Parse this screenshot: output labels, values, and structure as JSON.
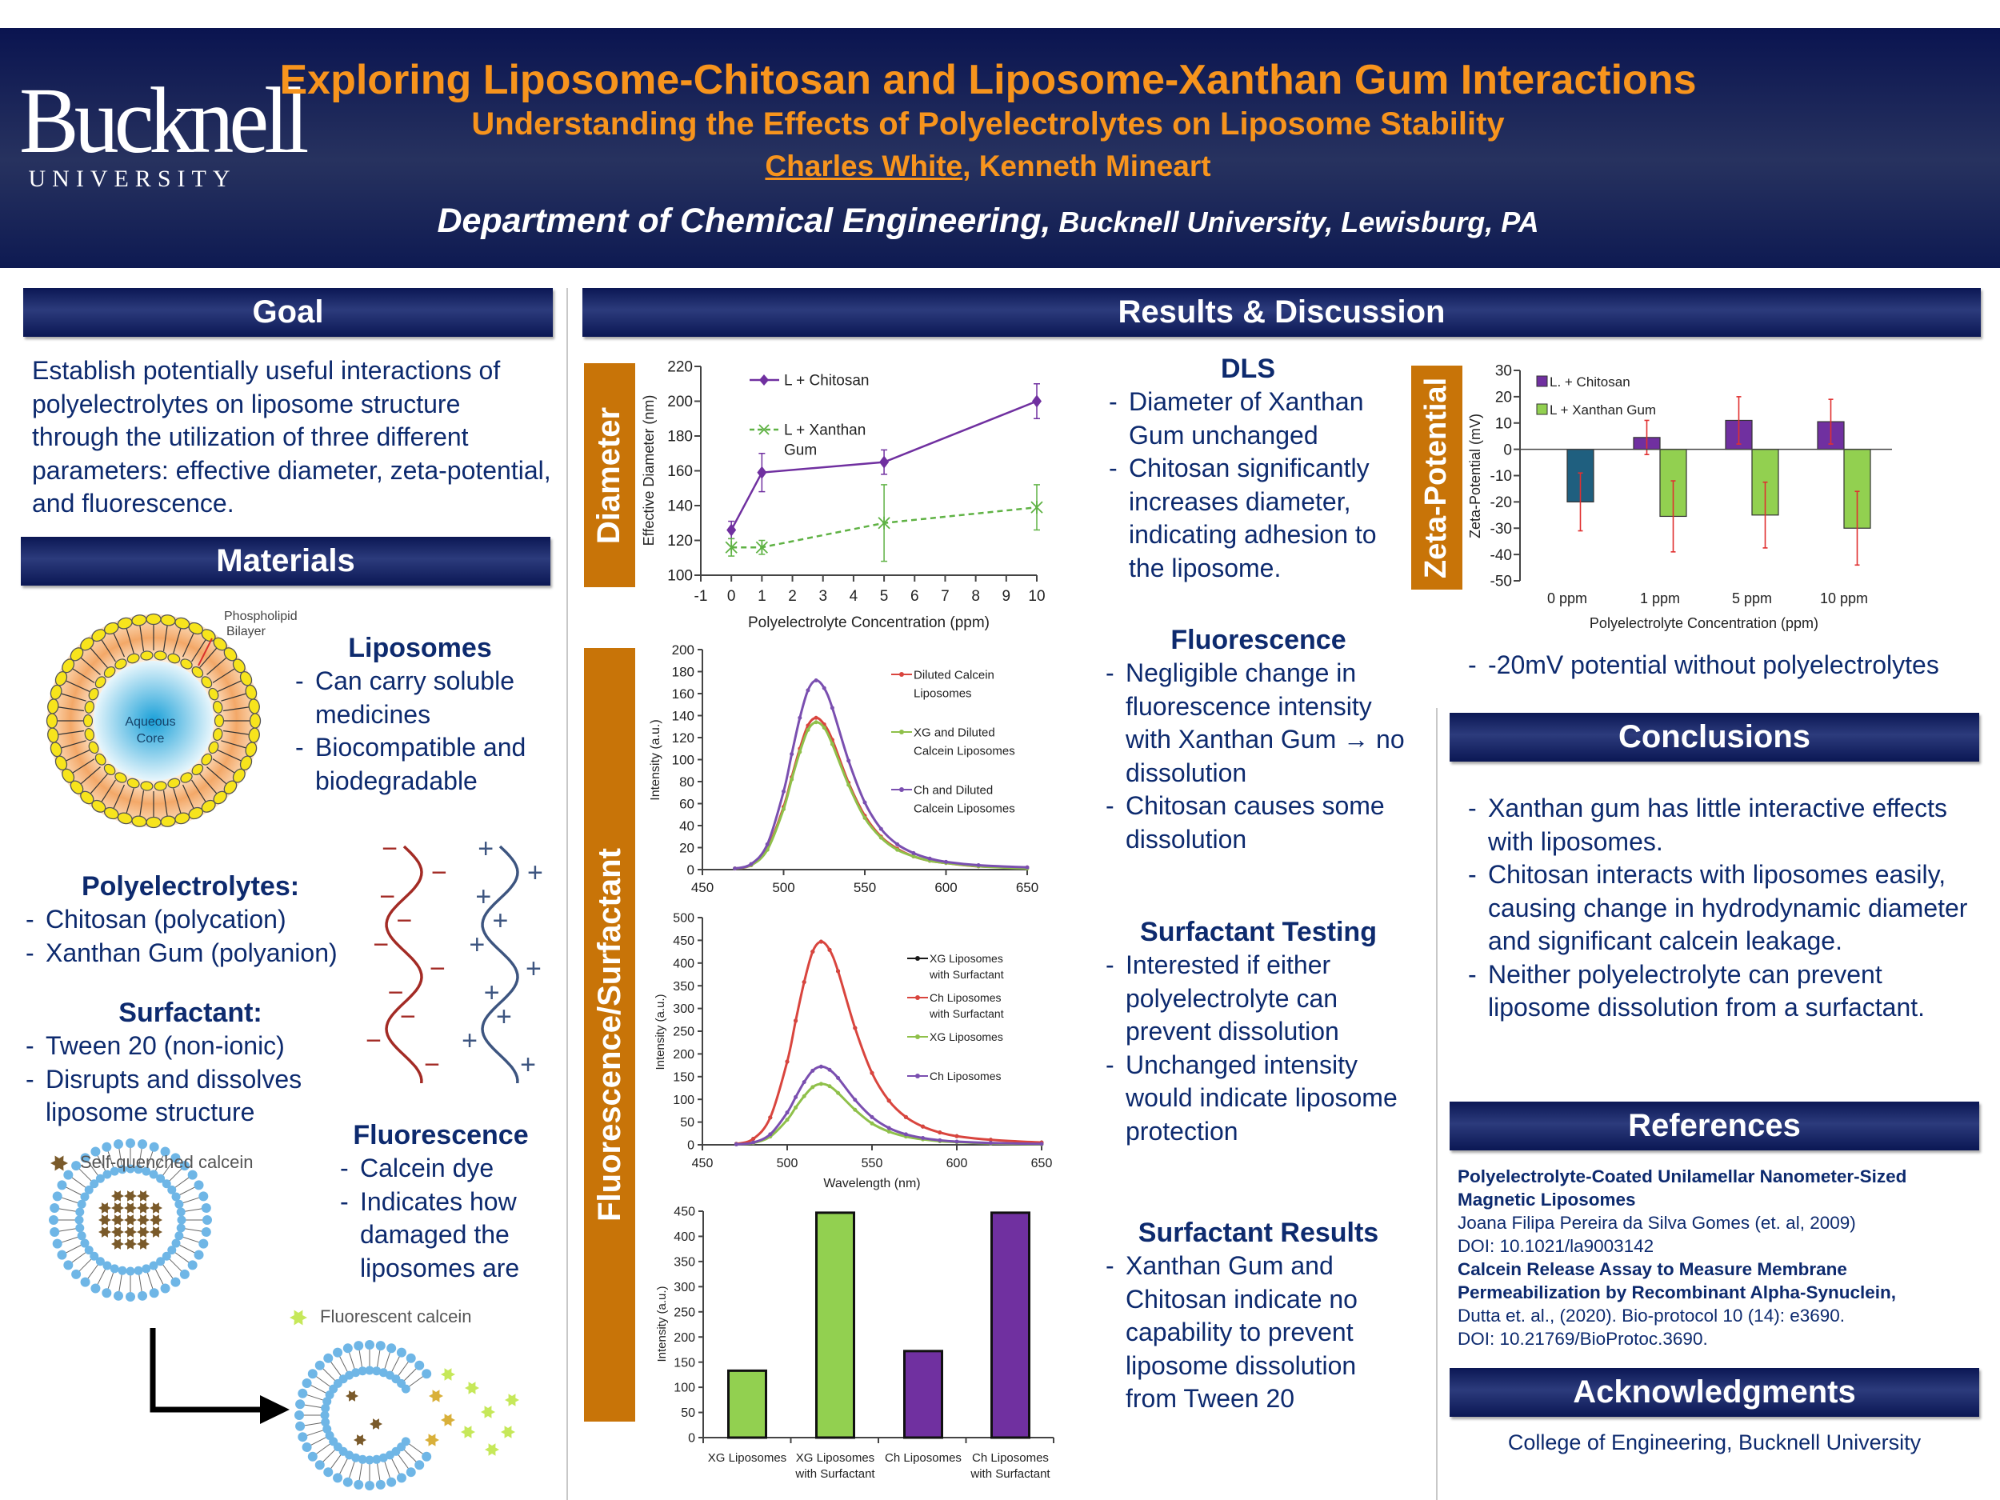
{
  "header": {
    "logo_name": "Bucknell",
    "logo_sub": "UNIVERSITY",
    "title": "Exploring Liposome-Chitosan and Liposome-Xanthan Gum Interactions",
    "subtitle": "Understanding the Effects of Polyelectrolytes on Liposome Stability",
    "author_primary": "Charles White",
    "author_rest": ", Kenneth Mineart",
    "department": "Department of Chemical Engineering,",
    "affiliation": " Bucknell University, Lewisburg, PA"
  },
  "goal": {
    "heading": "Goal",
    "text": "Establish potentially useful interactions of polyelectrolytes on liposome structure through the utilization of three different parameters: effective diameter, zeta-potential, and fluorescence."
  },
  "materials": {
    "heading": "Materials",
    "diagram_labels": {
      "bilayer_1": "Phospholipid",
      "bilayer_2": "Bilayer",
      "core_1": "Aqueous",
      "core_2": "Core"
    },
    "liposomes": {
      "heading": "Liposomes",
      "bullets": [
        "Can carry soluble medicines",
        "Biocompatible and biodegradable"
      ]
    },
    "polyelectrolytes": {
      "heading": "Polyelectrolytes:",
      "bullets": [
        "Chitosan (polycation)",
        "Xanthan Gum (polyanion)"
      ]
    },
    "surfactant": {
      "heading": "Surfactant:",
      "bullets": [
        "Tween 20 (non-ionic)",
        "Disrupts and dissolves liposome structure"
      ]
    },
    "fluorescence": {
      "heading": "Fluorescence",
      "bullets": [
        "Calcein dye",
        "Indicates how damaged the liposomes are"
      ]
    },
    "calcein_self_quenched": "Self-quenched calcein",
    "calcein_fluorescent": "Fluorescent calcein",
    "colors": {
      "quenched": "#7a5a2a",
      "fluorescent": "#c6e85a"
    }
  },
  "results": {
    "heading": "Results & Discussion",
    "label_diameter": "Diameter",
    "label_zeta": "Zeta-Potential",
    "label_fluor": "Fluorescence/Surfactant",
    "dls": {
      "heading": "DLS",
      "bullets": [
        "Diameter of Xanthan Gum unchanged",
        "Chitosan significantly increases diameter, indicating adhesion to the liposome."
      ]
    },
    "zeta_note": "-20mV potential without polyelectrolytes",
    "fluorescence": {
      "heading": "Fluorescence",
      "bullets": [
        "Negligible change in fluorescence intensity with Xanthan Gum → no dissolution",
        "Chitosan causes some dissolution"
      ]
    },
    "surfactant_testing": {
      "heading": "Surfactant Testing",
      "bullets": [
        "Interested if either polyelectrolyte can prevent dissolution",
        "Unchanged intensity would indicate liposome protection"
      ]
    },
    "surfactant_results": {
      "heading": "Surfactant Results",
      "bullets": [
        "Xanthan Gum and Chitosan indicate no capability to prevent liposome dissolution from Tween 20"
      ]
    }
  },
  "conclusions": {
    "heading": "Conclusions",
    "bullets": [
      "Xanthan gum has little interactive effects with liposomes.",
      "Chitosan interacts with liposomes easily, causing change in hydrodynamic diameter and significant calcein leakage.",
      "Neither polyelectrolyte can prevent liposome dissolution from a surfactant."
    ]
  },
  "references": {
    "heading": "References",
    "items": [
      {
        "title": "Polyelectrolyte-Coated Unilamellar Nanometer-Sized Magnetic Liposomes",
        "line1": "Joana Filipa Pereira da Silva Gomes (et. al, 2009)",
        "line2": "DOI: 10.1021/la9003142"
      },
      {
        "title": "Calcein Release Assay to Measure Membrane Permeabilization by Recombinant Alpha-Synuclein,",
        "line1": "Dutta et. al., (2020). Bio-protocol 10 (14): e3690.",
        "line2": "DOI: 10.21769/BioProtoc.3690."
      }
    ]
  },
  "acknowledgments": {
    "heading": "Acknowledgments",
    "text": "College of Engineering, Bucknell University"
  },
  "chart_data": [
    {
      "id": "diameter",
      "type": "line",
      "xlabel": "Polyelectrolyte Concentration (ppm)",
      "ylabel": "Effective Diameter (nm)",
      "xlim": [
        -1,
        10
      ],
      "ylim": [
        100,
        220
      ],
      "xticks": [
        -1,
        0,
        1,
        2,
        3,
        4,
        5,
        6,
        7,
        8,
        9,
        10
      ],
      "yticks": [
        100,
        120,
        140,
        160,
        180,
        200,
        220
      ],
      "series": [
        {
          "name": "L + Chitosan",
          "label_lines": [
            "L + Chitosan"
          ],
          "x": [
            0,
            1,
            5,
            10
          ],
          "y": [
            126,
            159,
            165,
            200
          ],
          "error": [
            5,
            11,
            7,
            10
          ],
          "color": "#7030a0"
        },
        {
          "name": "L + Xanthan Gum",
          "label_lines": [
            "L + Xanthan",
            "Gum"
          ],
          "x": [
            0,
            1,
            5,
            10
          ],
          "y": [
            116,
            116,
            130,
            139
          ],
          "error": [
            5,
            4,
            22,
            13
          ],
          "color": "#5fb244"
        }
      ]
    },
    {
      "id": "zeta",
      "type": "bar",
      "xlabel": "Polyelectrolyte Concentration (ppm)",
      "ylabel": "Zeta-Potential (mV)",
      "ylim": [
        -50,
        30
      ],
      "yticks": [
        30,
        20,
        10,
        0,
        -10,
        -20,
        -30,
        -40,
        -50
      ],
      "categories": [
        "0 ppm",
        "1 ppm",
        "5 ppm",
        "10 ppm"
      ],
      "series": [
        {
          "name": "L. + Chitosan",
          "values": [
            null,
            4.5,
            11,
            10.5
          ],
          "error_low": [
            null,
            -2,
            2,
            2
          ],
          "error_high": [
            null,
            11,
            20,
            19
          ],
          "color": "#7030a0"
        },
        {
          "name": "L + Xanthan Gum",
          "values": [
            -20,
            -25.5,
            -25,
            -30
          ],
          "error_low": [
            -31,
            -39,
            -37.5,
            -44
          ],
          "error_high": [
            -9,
            -12,
            -12.5,
            -16
          ],
          "color": "#92d050",
          "point_colors": [
            "#1f5f7f",
            null,
            null,
            null
          ]
        }
      ],
      "error_color": "#e03030"
    },
    {
      "id": "fluorescence",
      "type": "line",
      "xlabel": "",
      "ylabel": "Intensity (a.u.)",
      "xlim": [
        450,
        650
      ],
      "ylim": [
        0,
        200
      ],
      "xticks": [
        450,
        500,
        550,
        600,
        650
      ],
      "yticks": [
        0,
        20,
        40,
        60,
        80,
        100,
        120,
        140,
        160,
        180,
        200
      ],
      "x": [
        470,
        480,
        490,
        500,
        505,
        510,
        515,
        520,
        525,
        530,
        540,
        550,
        560,
        570,
        580,
        590,
        600,
        620,
        650
      ],
      "series": [
        {
          "name": "Diluted Calcein Liposomes",
          "label_lines": [
            "Diluted Calcein",
            "Liposomes"
          ],
          "color": "#d9453e",
          "y": [
            1,
            4,
            19,
            57,
            84,
            110,
            131,
            138,
            132,
            118,
            79,
            49,
            30,
            19,
            12,
            8,
            6,
            3,
            2
          ]
        },
        {
          "name": "XG and Diluted Calcein Liposomes",
          "label_lines": [
            "XG and Diluted",
            "Calcein Liposomes"
          ],
          "color": "#8fc04a",
          "y": [
            1,
            4,
            18,
            55,
            82,
            107,
            127,
            134,
            129,
            114,
            77,
            47,
            29,
            18,
            12,
            8,
            6,
            3,
            1
          ]
        },
        {
          "name": "Ch and Diluted Calcein Liposomes",
          "label_lines": [
            "Ch and Diluted",
            "Calcein Liposomes"
          ],
          "color": "#7a4fb0",
          "y": [
            1,
            5,
            23,
            71,
            105,
            138,
            163,
            172,
            165,
            147,
            99,
            61,
            37,
            23,
            15,
            10,
            7,
            4,
            2
          ]
        }
      ]
    },
    {
      "id": "surfactant",
      "type": "line",
      "xlabel": "Wavelength (nm)",
      "ylabel": "Intensity (a.u.)",
      "xlim": [
        450,
        650
      ],
      "ylim": [
        0,
        500
      ],
      "xticks": [
        450,
        500,
        550,
        600,
        650
      ],
      "yticks": [
        0,
        50,
        100,
        150,
        200,
        250,
        300,
        350,
        400,
        450,
        500
      ],
      "x": [
        470,
        480,
        490,
        500,
        505,
        510,
        515,
        520,
        525,
        530,
        540,
        550,
        560,
        570,
        580,
        590,
        600,
        620,
        650
      ],
      "series": [
        {
          "name": "XG Liposomes with Surfactant",
          "label_lines": [
            "XG Liposomes",
            "with Surfactant"
          ],
          "color": "#1a1a1a",
          "y": [
            2,
            13,
            60,
            183,
            273,
            358,
            425,
            447,
            429,
            382,
            257,
            158,
            97,
            61,
            40,
            27,
            19,
            11,
            5
          ]
        },
        {
          "name": "Ch Liposomes with Surfactant",
          "label_lines": [
            "Ch Liposomes",
            "with Surfactant"
          ],
          "color": "#d9453e",
          "y": [
            2,
            13,
            60,
            183,
            273,
            358,
            425,
            447,
            429,
            382,
            257,
            158,
            97,
            61,
            40,
            27,
            19,
            11,
            5
          ]
        },
        {
          "name": "XG Liposomes",
          "label_lines": [
            "XG Liposomes"
          ],
          "color": "#8fc04a",
          "y": [
            1,
            4,
            18,
            55,
            82,
            107,
            127,
            134,
            129,
            114,
            77,
            47,
            29,
            18,
            12,
            8,
            6,
            3,
            1
          ]
        },
        {
          "name": "Ch Liposomes",
          "label_lines": [
            "Ch Liposomes"
          ],
          "color": "#7a4fb0",
          "y": [
            1,
            5,
            23,
            71,
            105,
            138,
            163,
            172,
            165,
            147,
            99,
            61,
            37,
            23,
            15,
            10,
            7,
            4,
            2
          ]
        }
      ]
    },
    {
      "id": "surfactant_bars",
      "type": "bar",
      "xlabel": "",
      "ylabel": "Intensity (a.u.)",
      "ylim": [
        0,
        450
      ],
      "yticks": [
        0,
        50,
        100,
        150,
        200,
        250,
        300,
        350,
        400,
        450
      ],
      "categories": [
        [
          "XG Liposomes"
        ],
        [
          "XG Liposomes",
          "with Surfactant"
        ],
        [
          "Ch Liposomes"
        ],
        [
          "Ch Liposomes",
          "with Surfactant"
        ]
      ],
      "values": [
        133,
        447,
        172,
        447
      ],
      "colors": [
        "#92d050",
        "#92d050",
        "#7030a0",
        "#7030a0"
      ]
    }
  ]
}
